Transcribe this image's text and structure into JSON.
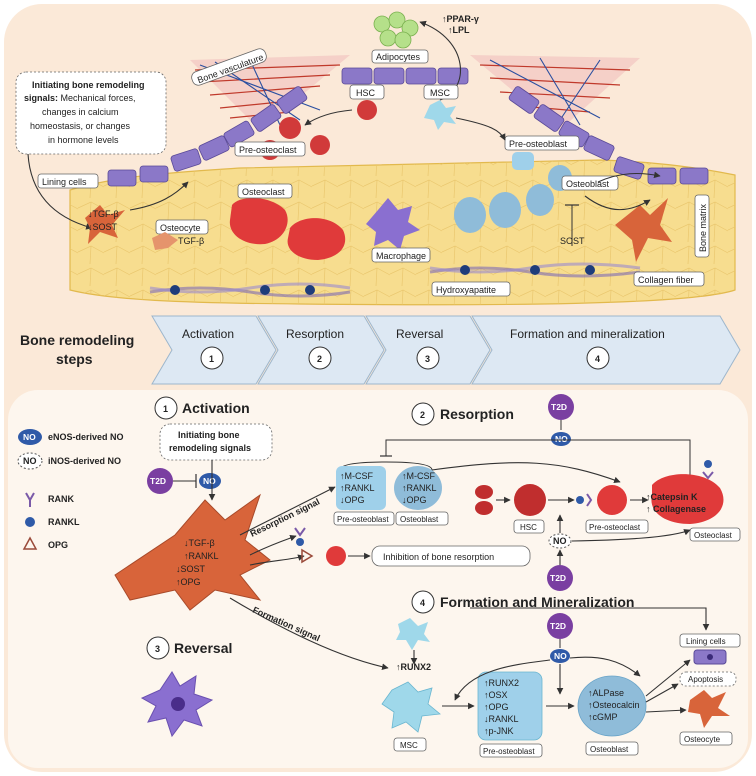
{
  "legend": {
    "enos_badge": "NO",
    "enos_label": "eNOS-derived NO",
    "inos_badge": "NO",
    "inos_label": "iNOS-derived NO",
    "rank": "RANK",
    "rankl": "RANKL",
    "opg": "OPG"
  },
  "top": {
    "initiating_title": "Initiating bone remodeling",
    "initiating_body_1": "signals:",
    "initiating_body_2": " Mechanical forces,",
    "initiating_body_3": "changes in calcium",
    "initiating_body_4": "homeostasis, or changes",
    "initiating_body_5": "in hormone levels",
    "bone_vasculature": "Bone vasculature",
    "adipocytes": "Adipocytes",
    "ppar": "↑PPAR-γ",
    "lpl": "↑LPL",
    "hsc": "HSC",
    "msc": "MSC",
    "pre_osteoclast": "Pre-osteoclast",
    "pre_osteoblast": "Pre-osteoblast",
    "lining_cells": "Lining cells",
    "osteoclast": "Osteoclast",
    "osteoblast": "Osteoblast",
    "osteocyte": "Osteocyte",
    "tgf_up": "↓TGF-β",
    "sost_down": "↓SOST",
    "tgf": "TGF-β",
    "macrophage": "Macrophage",
    "hydroxyapatite": "Hydroxyapatite",
    "sost": "SOST",
    "collagen_fiber": "Collagen fiber",
    "bone_matrix": "Bone matrix"
  },
  "steps": {
    "title_1": "Bone remodeling",
    "title_2": "steps",
    "items": [
      {
        "label": "Activation",
        "num": "1"
      },
      {
        "label": "Resorption",
        "num": "2"
      },
      {
        "label": "Reversal",
        "num": "3"
      },
      {
        "label": "Formation and mineralization",
        "num": "4"
      }
    ]
  },
  "lower": {
    "activation_num": "1",
    "activation": "Activation",
    "init_box_1": "Initiating bone",
    "init_box_2": "remodeling signals",
    "t2d": "T2D",
    "no": "NO",
    "osteocyte_text": [
      "↓TGF-β",
      "↑RANKL",
      "↓SOST",
      "↑OPG"
    ],
    "resorption_signal": "Resorption signal",
    "formation_signal": "Formation signal",
    "resorption_num": "2",
    "resorption": "Resorption",
    "preob_markers": [
      "↑M-CSF",
      "↑RANKL",
      "↓OPG"
    ],
    "ob_markers": [
      "↑M-CSF",
      "↑RANKL",
      "↓OPG"
    ],
    "pre_osteoblast": "Pre-osteoblast",
    "osteoblast": "Osteoblast",
    "hsc": "HSC",
    "pre_osteoclast": "Pre-osteoclast",
    "catepsin": "↑Catepsin K",
    "collagenase": "↑ Collagenase",
    "osteoclast": "Osteoclast",
    "inhibition": "Inhibition of bone resorption",
    "reversal_num": "3",
    "reversal": "Reversal",
    "formation_num": "4",
    "formation": "Formation and Mineralization",
    "runx2": "↑RUNX2",
    "msc": "MSC",
    "preob2_markers": [
      "↑RUNX2",
      "↑OSX",
      "↑OPG",
      "↓RANKL",
      "↑p-JNK"
    ],
    "ob2_markers": [
      "↑ALPase",
      "↑Osteocalcin",
      "↑cGMP"
    ],
    "lining_cells": "Lining cells",
    "apoptosis": "Apoptosis",
    "osteocyte": "Osteocyte"
  },
  "colors": {
    "background": "#fbe9d8",
    "bone": "#f7dd8f",
    "osteoclast": "#e03a3a",
    "osteoblast": "#8fbcd9",
    "osteocyte": "#d8643a",
    "t2d": "#7a3fa1",
    "lining": "#8b78c8",
    "no_blue": "#2f5aa8"
  }
}
